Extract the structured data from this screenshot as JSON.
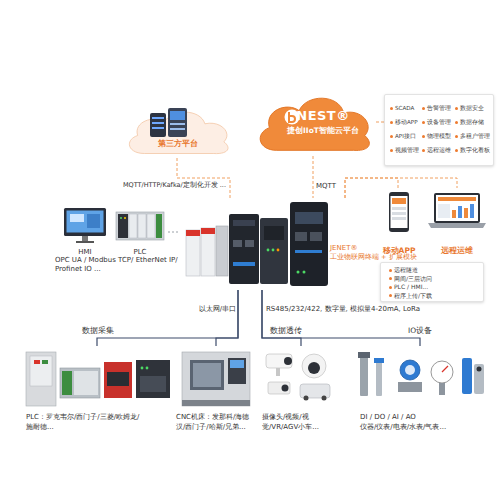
{
  "diagram": {
    "nodes": [
      {
        "text": [
          "第三方平台"
        ]
      },
      {
        "text": [
          "NEST®",
          "捷创IIoT智能云平台"
        ]
      },
      {
        "text": [
          "SCADA",
          "告警管理",
          "数据安全",
          "移动APP",
          "设备管理",
          "数据存储",
          "API接口",
          "物理模型",
          "多租户管理",
          "视频管理",
          "远程运维",
          "数字化看板"
        ]
      },
      {
        "text": [
          "移动APP"
        ]
      },
      {
        "text": [
          "远程运维"
        ]
      },
      {
        "text": [
          "远程隧道",
          "网间/三层访问",
          "PLC / HMI...",
          "程序上传/下载"
        ]
      },
      {
        "text": [
          "HMI"
        ]
      },
      {
        "text": [
          "PLC"
        ]
      },
      {
        "text": [
          "JENET®",
          "工业物联网终端 + 扩展模块"
        ]
      },
      {
        "text": [
          "PLC：罗克韦尔/西门子/三菱/欧姆龙/施耐德..."
        ]
      },
      {
        "text": [
          "CNC机床：发那科/海德汉/西门子/哈斯/兄弟..."
        ]
      },
      {
        "text": [
          "摄像头/视频/视觉/VR/AGV小车..."
        ]
      },
      {
        "text": [
          "DI / DO / AI / AO",
          "仪器/仪表/电表/水表/气表..."
        ]
      }
    ],
    "edges": [
      {
        "from": 0,
        "to": 8,
        "label": "MQTT/HTTP/Kafka/定制化开发 ...",
        "arrow": "none"
      },
      {
        "from": 1,
        "to": 8,
        "label": "MQTT",
        "arrow": "none"
      },
      {
        "from": 1,
        "to": 2,
        "arrow": "none"
      },
      {
        "from": 8,
        "to": 3,
        "arrow": "none"
      },
      {
        "from": 8,
        "to": 4,
        "arrow": "none"
      },
      {
        "from": 7,
        "to": 8,
        "arrow": "none"
      },
      {
        "from": 8,
        "to": 9,
        "arrow": "none"
      },
      {
        "from": 8,
        "to": 10,
        "arrow": "none"
      },
      {
        "from": 8,
        "to": 11,
        "arrow": "none"
      },
      {
        "from": 8,
        "to": 12,
        "arrow": "none"
      }
    ],
    "labels": [
      "OPC UA / Modbus TCP/ EtherNet IP/ Profinet IO ...",
      "以太网/串口",
      "RS485/232/422, 数字量, 模拟量4-20mA, LoRa",
      "数据采集",
      "数据透传",
      "IO设备"
    ]
  }
}
